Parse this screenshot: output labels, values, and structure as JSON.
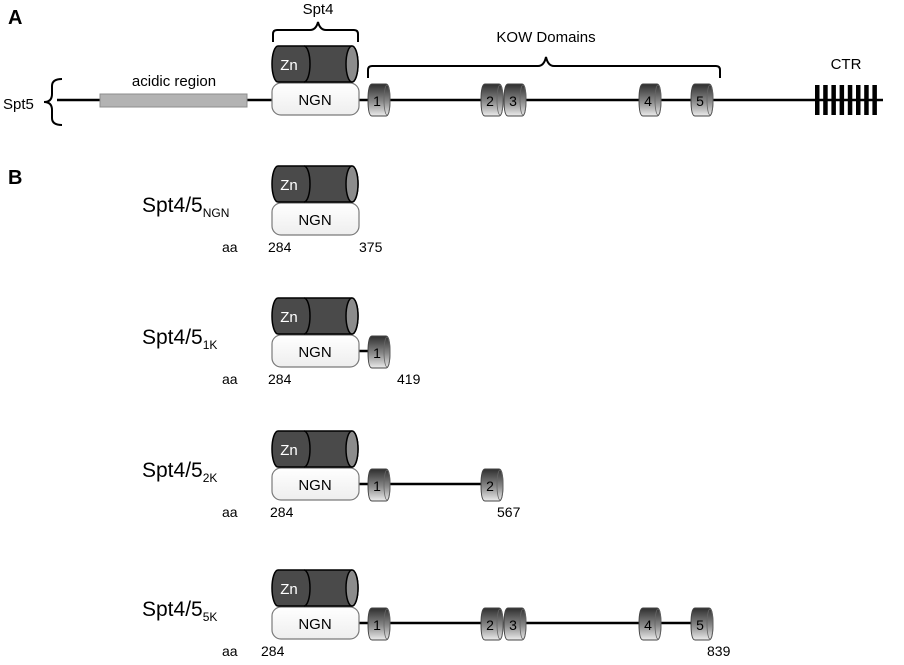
{
  "panels": {
    "a": "A",
    "b": "B"
  },
  "labels": {
    "spt5": "Spt5",
    "acidic": "acidic region",
    "spt4": "Spt4",
    "kow_domains": "KOW Domains",
    "ctr": "CTR",
    "zn": "Zn",
    "ngn": "NGN",
    "aa": "aa"
  },
  "kow_numbers": [
    "1",
    "2",
    "3",
    "4",
    "5"
  ],
  "constructs": [
    {
      "name": "Spt4/5",
      "sub": "NGN",
      "start": "284",
      "end": "375"
    },
    {
      "name": "Spt4/5",
      "sub": "1K",
      "start": "284",
      "end": "419"
    },
    {
      "name": "Spt4/5",
      "sub": "2K",
      "start": "284",
      "end": "567"
    },
    {
      "name": "Spt4/5",
      "sub": "5K",
      "start": "284",
      "end": "839"
    }
  ],
  "colors": {
    "zn_fill": "#4a4a4a",
    "acidic_fill": "#b3b3b3",
    "line": "#000000"
  }
}
